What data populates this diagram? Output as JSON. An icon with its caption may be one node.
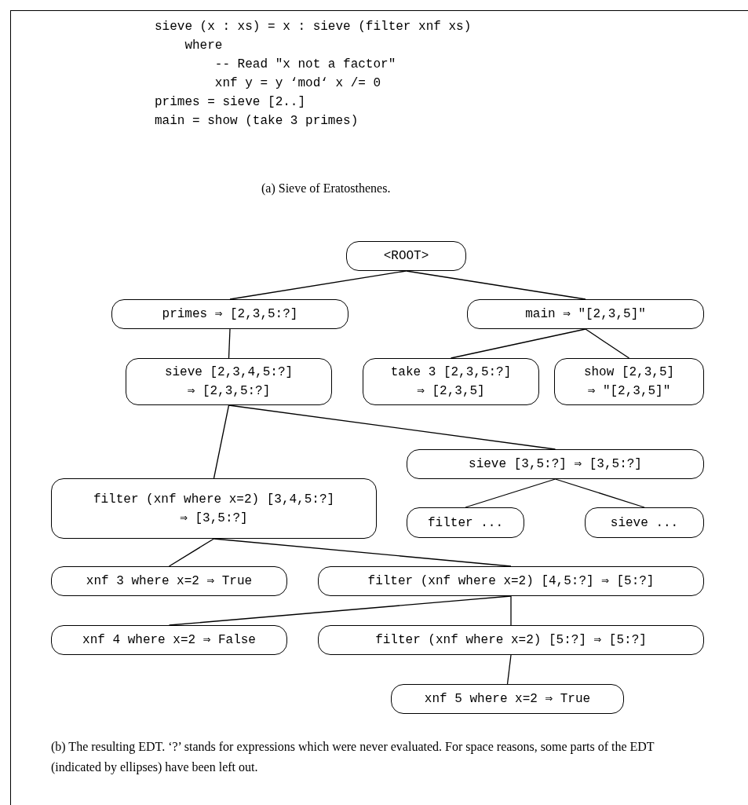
{
  "diagram": {
    "caption": "(b) The resulting EDT. ‘?’ stands for expressions which were never evaluated. For space reasons, some parts of the EDT (indicated by ellipses) have been left out.",
    "nodes": [
      {
        "text": [
          "<ROOT>"
        ]
      },
      {
        "text": [
          "primes ⇒ [2,3,5:?]"
        ]
      },
      {
        "text": [
          "main ⇒ \"[2,3,5]\""
        ]
      },
      {
        "text": [
          "sieve [2,3,4,5:?] ⇒ [2,3,5:?]"
        ]
      },
      {
        "text": [
          "take 3 [2,3,5:?] ⇒ [2,3,5]"
        ]
      },
      {
        "text": [
          "show [2,3,5] ⇒ \"[2,3,5]\""
        ]
      },
      {
        "text": [
          "sieve [3,5:?] ⇒ [3,5:?]"
        ]
      },
      {
        "text": [
          "filter (xnf where x=2) [3,4,5:?] ⇒ [3,5:?]"
        ]
      },
      {
        "text": [
          "filter ..."
        ]
      },
      {
        "text": [
          "sieve ..."
        ]
      },
      {
        "text": [
          "xnf 3 where x=2 ⇒ True"
        ]
      },
      {
        "text": [
          "filter (xnf where x=2) [4,5:?] ⇒ [5:?]"
        ]
      },
      {
        "text": [
          "xnf 4 where x=2 ⇒ False"
        ]
      },
      {
        "text": [
          "filter (xnf where x=2) [5:?] ⇒ [5:?]"
        ]
      },
      {
        "text": [
          "xnf 5 where x=2 ⇒ True"
        ]
      }
    ],
    "edges": [
      {
        "from": 0,
        "to": 1,
        "arrow": "none"
      },
      {
        "from": 0,
        "to": 2,
        "arrow": "none"
      },
      {
        "from": 1,
        "to": 3,
        "arrow": "none"
      },
      {
        "from": 2,
        "to": 4,
        "arrow": "none"
      },
      {
        "from": 2,
        "to": 5,
        "arrow": "none"
      },
      {
        "from": 3,
        "to": 7,
        "arrow": "none"
      },
      {
        "from": 3,
        "to": 6,
        "arrow": "none"
      },
      {
        "from": 6,
        "to": 8,
        "arrow": "none"
      },
      {
        "from": 6,
        "to": 9,
        "arrow": "none"
      },
      {
        "from": 7,
        "to": 10,
        "arrow": "none"
      },
      {
        "from": 7,
        "to": 11,
        "arrow": "none"
      },
      {
        "from": 11,
        "to": 12,
        "arrow": "none"
      },
      {
        "from": 11,
        "to": 13,
        "arrow": "none"
      },
      {
        "from": 13,
        "to": 14,
        "arrow": "none"
      }
    ],
    "labels": [
      "sieve (x : xs) = x : sieve (filter xnf xs)",
      "    where",
      "        -- Read \"x not a factor\"",
      "        xnf y = y ‘mod‘ x /= 0",
      "primes = sieve [2..]",
      "main = show (take 3 primes)",
      "(a) Sieve of Eratosthenes."
    ]
  }
}
